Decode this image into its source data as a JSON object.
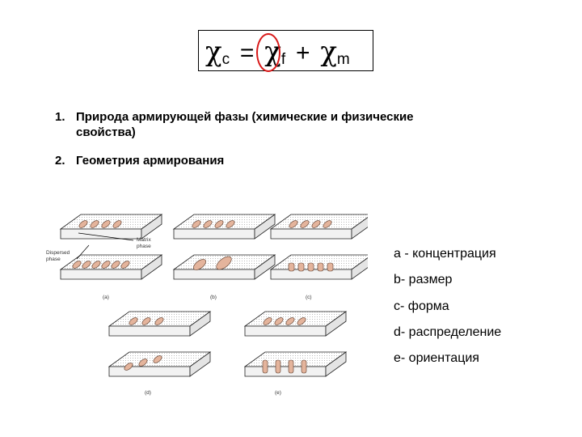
{
  "formula": {
    "lhs_symbol": "χ",
    "lhs_sub": "c",
    "eq": "=",
    "term1_symbol": "χ",
    "term1_sub": "f",
    "plus": "+",
    "term2_symbol": "χ",
    "term2_sub": "m"
  },
  "points": [
    {
      "number": "1.",
      "line1": "Природа армирующей фазы (химические и физические",
      "line2": "свойства)"
    },
    {
      "number": "2.",
      "line1": "Геометрия армирования"
    }
  ],
  "figure": {
    "matrix_label_1": "Matrix",
    "matrix_label_2": "phase",
    "dispersed_label_1": "Dispersed",
    "dispersed_label_2": "phase",
    "panel_labels": [
      "(a)",
      "(b)",
      "(c)",
      "(d)",
      "(e)"
    ]
  },
  "legend": [
    "a - концентрация",
    "b- размер",
    "c- форма",
    "d- распределение",
    "e- ориентация"
  ],
  "colors": {
    "particle_fill": "#e4b49c",
    "highlight": "#d81818"
  }
}
